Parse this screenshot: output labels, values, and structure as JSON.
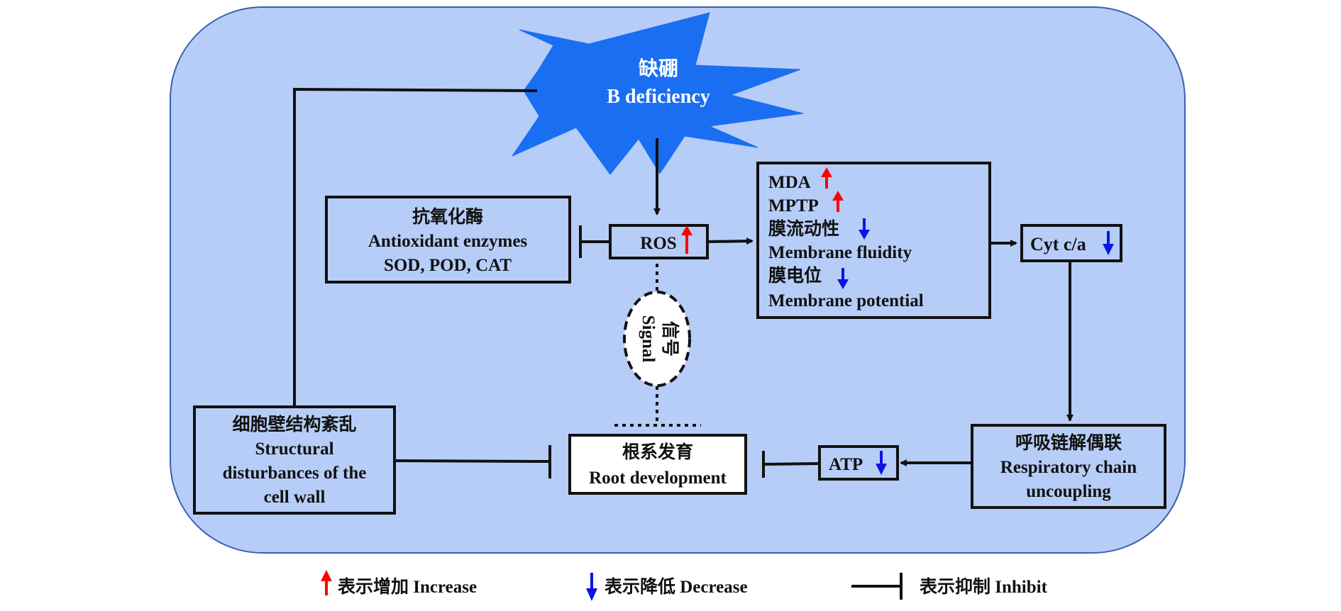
{
  "background": {
    "panel_fill": "#b6cdf8",
    "panel_stroke": "#3a5fb0"
  },
  "trigger": {
    "line1": "缺硼",
    "line2": "B deficiency",
    "fill": "#1a6ef2"
  },
  "ros": {
    "label": "ROS"
  },
  "antioxidant": {
    "line1": "抗氧化酶",
    "line2": "Antioxidant enzymes",
    "line3": "SOD, POD, CAT"
  },
  "membrane": {
    "items": [
      {
        "text": "MDA",
        "arrow": "up"
      },
      {
        "text": "MPTP",
        "arrow": "up"
      },
      {
        "text": "膜流动性",
        "arrow": "down"
      },
      {
        "text": "Membrane fluidity",
        "arrow": ""
      },
      {
        "text": "膜电位",
        "arrow": "down"
      },
      {
        "text": "Membrane potential",
        "arrow": ""
      }
    ]
  },
  "cyt": {
    "label": "Cyt c/a"
  },
  "signal": {
    "line1": "信号",
    "line2": "Signal"
  },
  "respiratory": {
    "line1": "呼吸链解偶联",
    "line2": "Respiratory chain",
    "line3": "uncoupling"
  },
  "atp": {
    "label": "ATP"
  },
  "root": {
    "line1": "根系发育",
    "line2": "Root development"
  },
  "cellwall": {
    "line1": "细胞壁结构紊乱",
    "line2": "Structural",
    "line3": "disturbances of the",
    "line4": "cell wall"
  },
  "legend": {
    "increase": "表示增加 Increase",
    "decrease": "表示降低 Decrease",
    "inhibit": "表示抑制 Inhibit"
  },
  "colors": {
    "up": "#ff0000",
    "down": "#0a14e6",
    "line": "#111111"
  }
}
